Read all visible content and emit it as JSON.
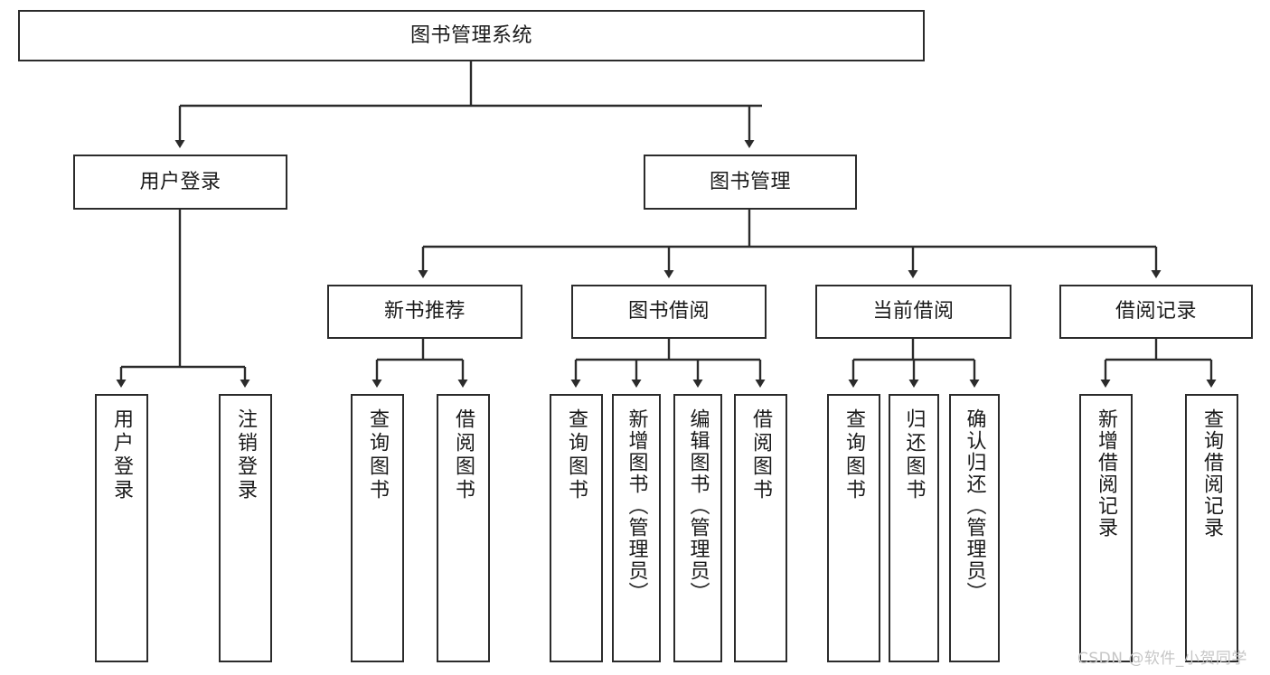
{
  "diagram": {
    "type": "tree",
    "title": "图书管理系统",
    "orientation": "top-down",
    "colors": {
      "box_border": "#2b2b2b",
      "box_fill": "#ffffff",
      "connector": "#2b2b2b",
      "text": "#1a1a1a",
      "watermark": "#c6c6c6",
      "background": "#ffffff"
    },
    "nodes": {
      "root": {
        "label": "图书管理系统",
        "level": 1,
        "orientation": "horizontal"
      },
      "l2": [
        {
          "label": "用户登录",
          "level": 2,
          "orientation": "horizontal"
        },
        {
          "label": "图书管理",
          "level": 2,
          "orientation": "horizontal"
        }
      ],
      "l3": [
        {
          "label": "新书推荐",
          "level": 3,
          "orientation": "horizontal"
        },
        {
          "label": "图书借阅",
          "level": 3,
          "orientation": "horizontal"
        },
        {
          "label": "当前借阅",
          "level": 3,
          "orientation": "horizontal"
        },
        {
          "label": "借阅记录",
          "level": 3,
          "orientation": "horizontal"
        }
      ],
      "leaves": {
        "user_login": [
          {
            "label": "用户登录",
            "orientation": "vertical"
          },
          {
            "label": "注销登录",
            "orientation": "vertical"
          }
        ],
        "new_book": [
          {
            "label": "查询图书",
            "orientation": "vertical"
          },
          {
            "label": "借阅图书",
            "orientation": "vertical"
          }
        ],
        "book_borrow": [
          {
            "label": "查询图书",
            "orientation": "vertical"
          },
          {
            "label": "新增图书（管理员）",
            "orientation": "vertical"
          },
          {
            "label": "编辑图书（管理员）",
            "orientation": "vertical"
          },
          {
            "label": "借阅图书",
            "orientation": "vertical"
          }
        ],
        "current_borrow": [
          {
            "label": "查询图书",
            "orientation": "vertical"
          },
          {
            "label": "归还图书",
            "orientation": "vertical"
          },
          {
            "label": "确认归还（管理员）",
            "orientation": "vertical"
          }
        ],
        "borrow_record": [
          {
            "label": "新增借阅记录",
            "orientation": "vertical"
          },
          {
            "label": "查询借阅记录",
            "orientation": "vertical"
          }
        ]
      }
    },
    "watermark": "CSDN @软件_小贺同学"
  }
}
